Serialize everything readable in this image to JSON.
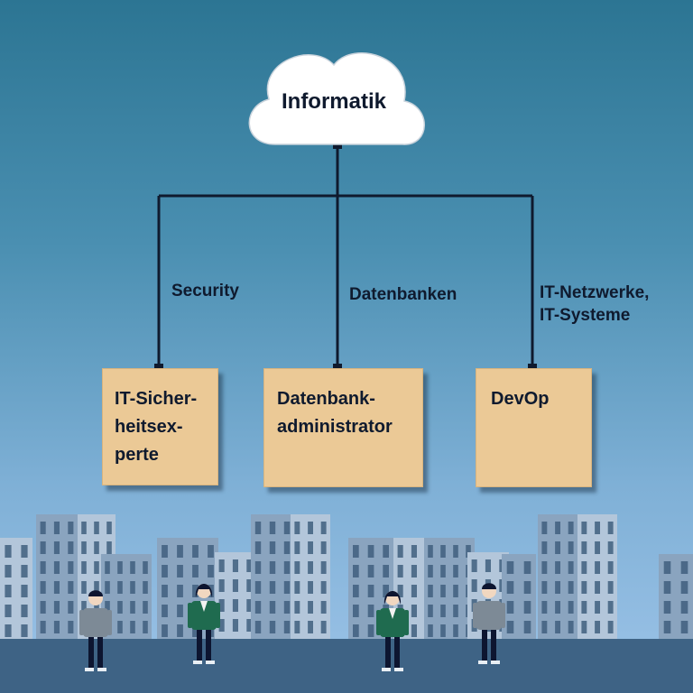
{
  "diagram": {
    "root": {
      "label": "Informatik"
    },
    "branches": [
      {
        "id": "security",
        "edge_label_lines": [
          "Security"
        ],
        "box_lines": [
          "IT-Sicher-",
          "heitsex-",
          "perte"
        ]
      },
      {
        "id": "databases",
        "edge_label_lines": [
          "Datenbanken"
        ],
        "box_lines": [
          "Datenbank-",
          "administrator"
        ]
      },
      {
        "id": "networks",
        "edge_label_lines": [
          "IT-Netzwerke,",
          "IT-Systeme"
        ],
        "box_lines": [
          "DevOp"
        ]
      }
    ]
  },
  "colors": {
    "sky_top": "#2c7593",
    "sky_bottom": "#9cc3e8",
    "box_fill": "#ebc996",
    "connector": "#0f1a2e",
    "cloud_fill": "#ffffff",
    "building_main": "#8aa4bf",
    "building_light": "#b3c6da",
    "window": "#3f5f7e",
    "ground": "#3e6385",
    "jacket_green": "#1f6b4f",
    "shirt_gray": "#7d8a96"
  },
  "icons": {
    "cloud": "cloud-icon",
    "person": "person-icon",
    "building": "building-icon"
  }
}
